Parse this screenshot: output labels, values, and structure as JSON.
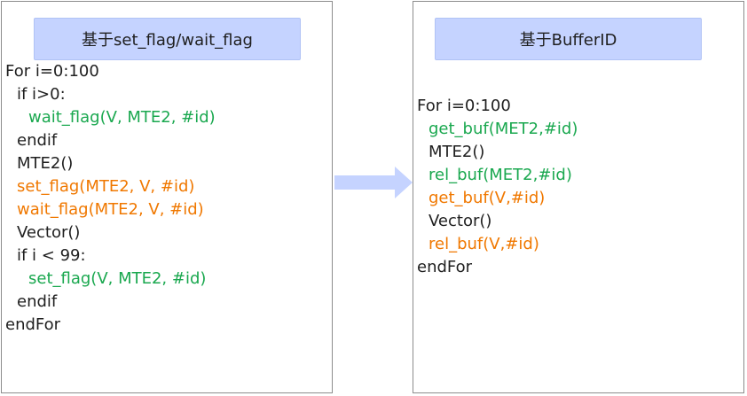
{
  "left_panel": {
    "title": "基于set_flag/wait_flag",
    "lines": [
      {
        "text": "For i=0:100",
        "indent": 0,
        "color": "default"
      },
      {
        "text": "if i>0:",
        "indent": 1,
        "color": "default"
      },
      {
        "text": "wait_flag(V, MTE2, #id)",
        "indent": 2,
        "color": "green"
      },
      {
        "text": "endif",
        "indent": 1,
        "color": "default"
      },
      {
        "text": "MTE2()",
        "indent": 1,
        "color": "default"
      },
      {
        "text": "set_flag(MTE2, V, #id)",
        "indent": 1,
        "color": "orange"
      },
      {
        "text": "wait_flag(MTE2, V, #id)",
        "indent": 1,
        "color": "orange"
      },
      {
        "text": "Vector()",
        "indent": 1,
        "color": "default"
      },
      {
        "text": "if i < 99:",
        "indent": 1,
        "color": "default"
      },
      {
        "text": "set_flag(V, MTE2, #id)",
        "indent": 2,
        "color": "green"
      },
      {
        "text": "endif",
        "indent": 1,
        "color": "default"
      },
      {
        "text": "endFor",
        "indent": 0,
        "color": "default"
      }
    ]
  },
  "right_panel": {
    "title": "基于BufferID",
    "lines": [
      {
        "text": "For i=0:100",
        "indent": 0,
        "color": "default"
      },
      {
        "text": "get_buf(MET2,#id)",
        "indent": 1,
        "color": "green"
      },
      {
        "text": "MTE2()",
        "indent": 1,
        "color": "default"
      },
      {
        "text": "rel_buf(MET2,#id)",
        "indent": 1,
        "color": "green"
      },
      {
        "text": "get_buf(V,#id)",
        "indent": 1,
        "color": "orange"
      },
      {
        "text": "Vector()",
        "indent": 1,
        "color": "default"
      },
      {
        "text": "rel_buf(V,#id)",
        "indent": 1,
        "color": "orange"
      },
      {
        "text": "endFor",
        "indent": 0,
        "color": "default"
      }
    ]
  },
  "colors": {
    "default": "#1f1f1f",
    "green": "#1aa84f",
    "orange": "#f07800",
    "header_fill": "#c5d3ff",
    "arrow": "#c5d3ff"
  },
  "arrow_icon": "right-arrow-icon"
}
